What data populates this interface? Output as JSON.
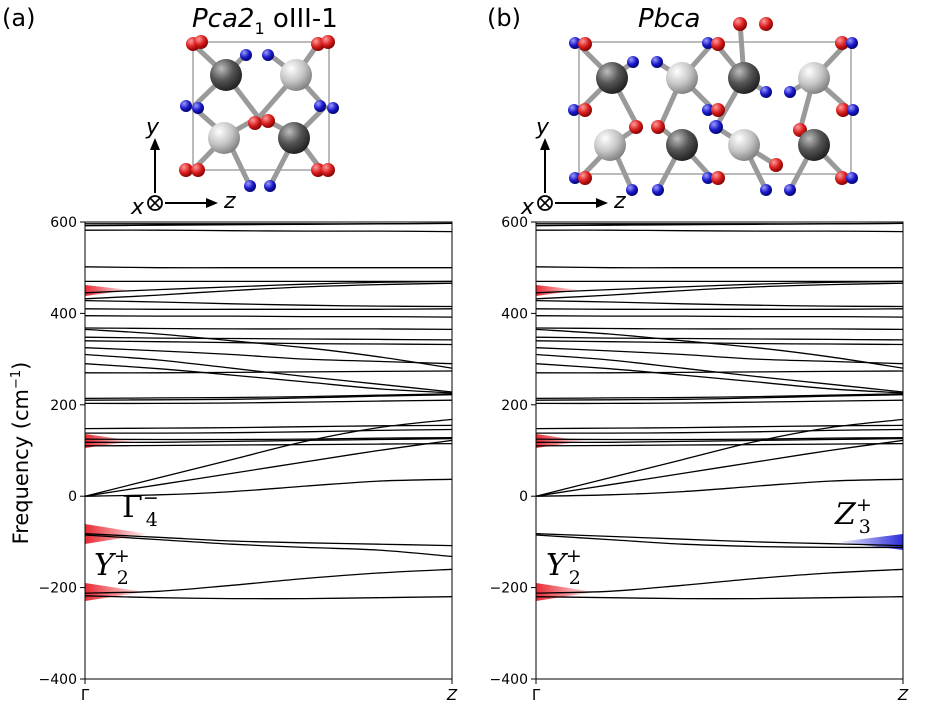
{
  "panels": [
    {
      "label": "(a)",
      "title_main": "Pca2",
      "title_sub": "1",
      "title_suffix": " oIII-1",
      "axes_labels": {
        "x": "x",
        "y": "y",
        "z": "z"
      },
      "annotations": [
        {
          "base": "Γ",
          "sub": "4",
          "sup": "−"
        },
        {
          "base": "Y",
          "sub": "2",
          "sup": "+"
        }
      ]
    },
    {
      "label": "(b)",
      "title_main": "Pbca",
      "title_sub": "",
      "title_suffix": "",
      "axes_labels": {
        "x": "x",
        "y": "y",
        "z": "z"
      },
      "annotations": [
        {
          "base": "Z",
          "sub": "3",
          "sup": "+"
        },
        {
          "base": "Y",
          "sub": "2",
          "sup": "+"
        }
      ]
    }
  ],
  "colors": {
    "oxygen": "#d81c1c",
    "nitrogen": "#1a1ac8",
    "dark_metal": "#555555",
    "light_metal": "#c4c4c4",
    "highlight_red": "#e8202a",
    "highlight_blue": "#2020d8",
    "line": "#000000"
  },
  "chart_data": [
    {
      "type": "line",
      "title": "Pca2₁ oIII-1",
      "xlabel": "",
      "ylabel": "Frequency (cm⁻¹)",
      "xticks": [
        "Γ",
        "Z"
      ],
      "yticks": [
        -400,
        -200,
        0,
        200,
        400,
        600
      ],
      "ylim": [
        -400,
        600
      ],
      "x": [
        0,
        0.2,
        0.4,
        0.6,
        0.8,
        1
      ],
      "series": [
        {
          "values": [
            -218,
            -222,
            -224,
            -224,
            -222,
            -220
          ]
        },
        {
          "values": [
            -212,
            -208,
            -195,
            -180,
            -168,
            -160
          ]
        },
        {
          "values": [
            -85,
            -95,
            -105,
            -112,
            -118,
            -132
          ]
        },
        {
          "values": [
            -82,
            -90,
            -98,
            -102,
            -105,
            -108
          ]
        },
        {
          "values": [
            0,
            3,
            10,
            22,
            33,
            37
          ]
        },
        {
          "values": [
            0,
            25,
            50,
            75,
            100,
            122
          ]
        },
        {
          "values": [
            0,
            40,
            80,
            120,
            150,
            168
          ]
        },
        {
          "values": [
            110,
            111,
            112,
            113,
            114,
            115
          ]
        },
        {
          "values": [
            118,
            118,
            120,
            122,
            124,
            126
          ]
        },
        {
          "values": [
            125,
            124,
            124,
            125,
            127,
            128
          ]
        },
        {
          "values": [
            138,
            138,
            139,
            141,
            144,
            146
          ]
        },
        {
          "values": [
            148,
            149,
            150,
            152,
            154,
            155
          ]
        },
        {
          "values": [
            203,
            203,
            204,
            206,
            208,
            210
          ]
        },
        {
          "values": [
            210,
            211,
            212,
            215,
            219,
            222
          ]
        },
        {
          "values": [
            214,
            215,
            216,
            218,
            221,
            224
          ]
        },
        {
          "values": [
            270,
            270,
            271,
            272,
            273,
            274
          ]
        },
        {
          "values": [
            290,
            279,
            265,
            250,
            235,
            226
          ]
        },
        {
          "values": [
            310,
            298,
            280,
            262,
            245,
            228
          ]
        },
        {
          "values": [
            325,
            318,
            310,
            300,
            295,
            290
          ]
        },
        {
          "values": [
            340,
            338,
            336,
            334,
            333,
            332
          ]
        },
        {
          "values": [
            348,
            346,
            345,
            344,
            343,
            342
          ]
        },
        {
          "values": [
            365,
            355,
            340,
            325,
            305,
            280
          ]
        },
        {
          "values": [
            368,
            367,
            366,
            366,
            366,
            365
          ]
        },
        {
          "values": [
            395,
            394,
            394,
            393,
            393,
            392
          ]
        },
        {
          "values": [
            410,
            409,
            409,
            409,
            409,
            410
          ]
        },
        {
          "values": [
            428,
            425,
            421,
            418,
            416,
            415
          ]
        },
        {
          "values": [
            432,
            440,
            450,
            458,
            463,
            466
          ]
        },
        {
          "values": [
            445,
            452,
            458,
            464,
            468,
            470
          ]
        },
        {
          "values": [
            470,
            470,
            470,
            470,
            470,
            470
          ]
        },
        {
          "values": [
            502,
            500,
            500,
            500,
            500,
            500
          ]
        },
        {
          "values": [
            582,
            582,
            581,
            580,
            580,
            579
          ]
        },
        {
          "values": [
            592,
            593,
            594,
            595,
            596,
            597
          ]
        },
        {
          "values": [
            596,
            596,
            596,
            596,
            596,
            597
          ]
        }
      ]
    },
    {
      "type": "line",
      "title": "Pbca",
      "xlabel": "",
      "ylabel": "",
      "xticks": [
        "Γ",
        "Z"
      ],
      "yticks": [
        -400,
        -200,
        0,
        200,
        400,
        600
      ],
      "ylim": [
        -400,
        600
      ],
      "x": [
        0,
        0.2,
        0.4,
        0.6,
        0.8,
        1
      ],
      "series": [
        {
          "values": [
            -220,
            -222,
            -224,
            -224,
            -222,
            -220
          ]
        },
        {
          "values": [
            -212,
            -208,
            -195,
            -180,
            -168,
            -160
          ]
        },
        {
          "values": [
            -85,
            -95,
            -105,
            -110,
            -112,
            -112
          ]
        },
        {
          "values": [
            -82,
            -88,
            -94,
            -100,
            -104,
            -108
          ]
        },
        {
          "values": [
            0,
            3,
            10,
            22,
            33,
            37
          ]
        },
        {
          "values": [
            0,
            25,
            50,
            75,
            100,
            122
          ]
        },
        {
          "values": [
            0,
            40,
            80,
            120,
            150,
            168
          ]
        },
        {
          "values": [
            110,
            111,
            112,
            113,
            114,
            115
          ]
        },
        {
          "values": [
            118,
            118,
            120,
            122,
            124,
            126
          ]
        },
        {
          "values": [
            125,
            124,
            124,
            125,
            127,
            128
          ]
        },
        {
          "values": [
            138,
            138,
            139,
            141,
            144,
            146
          ]
        },
        {
          "values": [
            148,
            149,
            150,
            152,
            154,
            155
          ]
        },
        {
          "values": [
            203,
            203,
            204,
            206,
            208,
            210
          ]
        },
        {
          "values": [
            210,
            211,
            212,
            215,
            219,
            222
          ]
        },
        {
          "values": [
            214,
            215,
            216,
            218,
            221,
            224
          ]
        },
        {
          "values": [
            270,
            270,
            271,
            272,
            273,
            274
          ]
        },
        {
          "values": [
            290,
            279,
            265,
            250,
            235,
            226
          ]
        },
        {
          "values": [
            310,
            298,
            280,
            262,
            245,
            228
          ]
        },
        {
          "values": [
            325,
            318,
            310,
            300,
            295,
            290
          ]
        },
        {
          "values": [
            340,
            338,
            336,
            334,
            333,
            332
          ]
        },
        {
          "values": [
            348,
            346,
            345,
            344,
            343,
            342
          ]
        },
        {
          "values": [
            365,
            355,
            340,
            325,
            305,
            280
          ]
        },
        {
          "values": [
            368,
            367,
            366,
            366,
            366,
            365
          ]
        },
        {
          "values": [
            395,
            394,
            394,
            393,
            393,
            392
          ]
        },
        {
          "values": [
            410,
            409,
            409,
            409,
            409,
            410
          ]
        },
        {
          "values": [
            428,
            425,
            421,
            418,
            416,
            415
          ]
        },
        {
          "values": [
            432,
            440,
            450,
            458,
            463,
            466
          ]
        },
        {
          "values": [
            445,
            452,
            458,
            464,
            468,
            470
          ]
        },
        {
          "values": [
            470,
            470,
            470,
            470,
            470,
            470
          ]
        },
        {
          "values": [
            502,
            500,
            500,
            500,
            500,
            500
          ]
        },
        {
          "values": [
            582,
            582,
            581,
            580,
            580,
            579
          ]
        },
        {
          "values": [
            592,
            593,
            594,
            595,
            596,
            597
          ]
        },
        {
          "values": [
            596,
            596,
            596,
            596,
            596,
            597
          ]
        }
      ]
    }
  ]
}
